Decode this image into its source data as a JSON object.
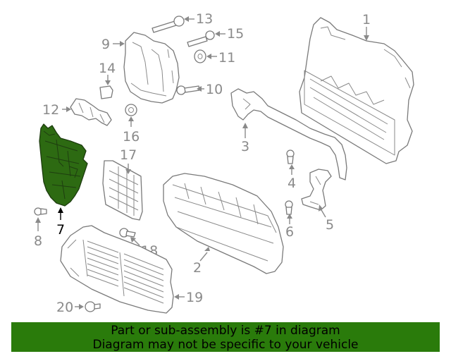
{
  "colors": {
    "banner_bg": "#2a7b0b",
    "highlight_fill": "#2d6a12",
    "line_gray": "#8a8a8a"
  },
  "callouts": {
    "c1": "1",
    "c2": "2",
    "c3": "3",
    "c4": "4",
    "c5": "5",
    "c6": "6",
    "c7": "7",
    "c8": "8",
    "c9": "9",
    "c10": "10",
    "c11": "11",
    "c12": "12",
    "c13": "13",
    "c14": "14",
    "c15": "15",
    "c16": "16",
    "c17": "17",
    "c18": "18",
    "c19": "19",
    "c20": "20"
  },
  "highlighted_part": "7",
  "banner": {
    "line1": "Part or sub-assembly is #7 in diagram",
    "line2": "Diagram may not be specific to your vehicle"
  }
}
